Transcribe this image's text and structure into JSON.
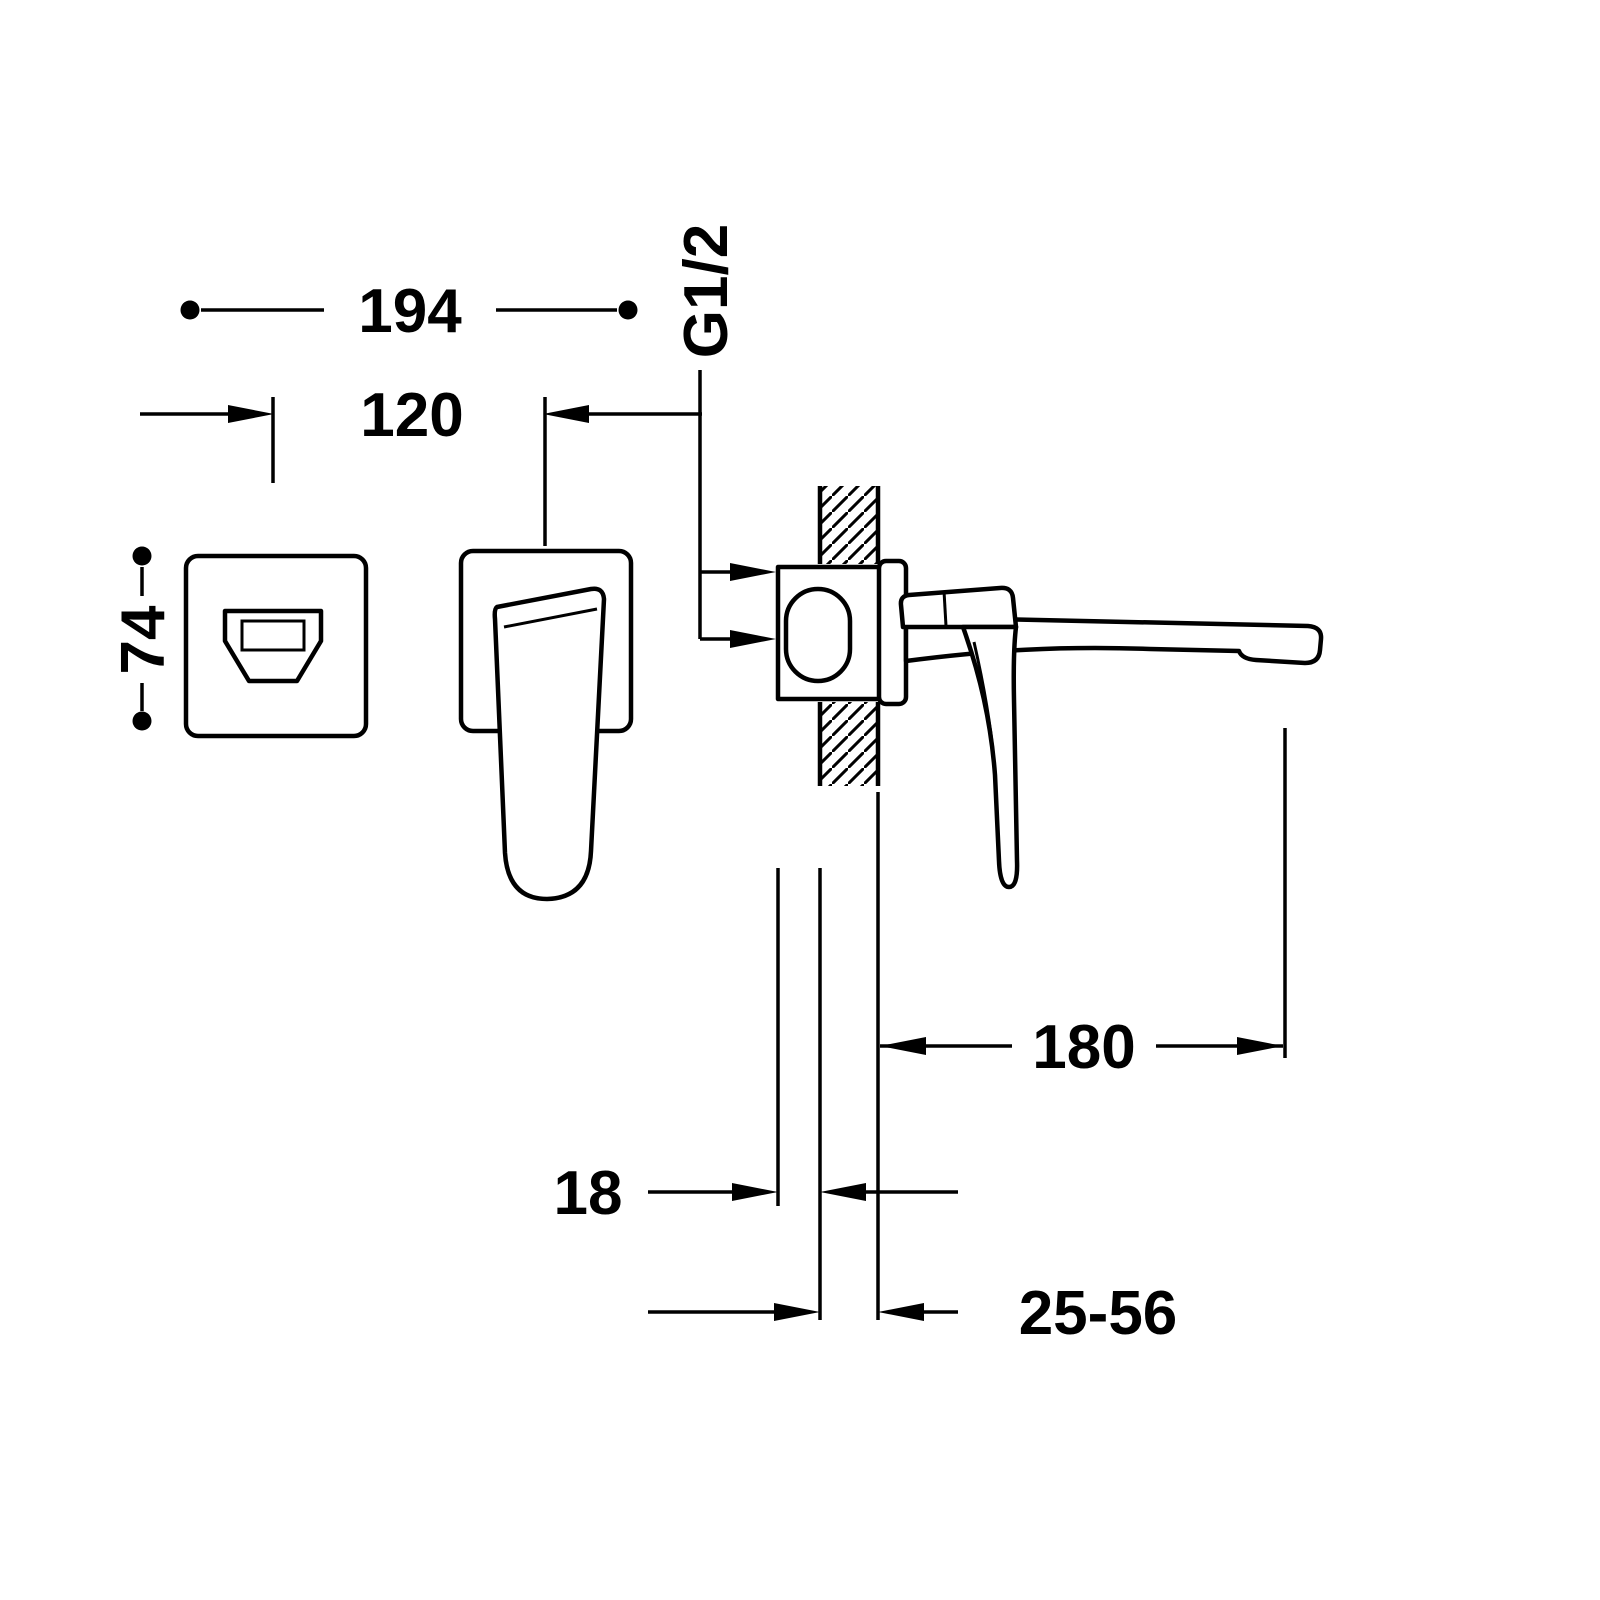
{
  "page": {
    "background": "#ffffff",
    "line_color": "#000000"
  },
  "drawing": {
    "kind": "technical-dimension-drawing",
    "subject": "wall-mounted single-lever basin mixer, front view and side section",
    "labels": {
      "overall_width": "194",
      "center_distance": "120",
      "plate_height": "74",
      "thread": "G1/2",
      "spout_projection": "180",
      "plate_offset": "18",
      "install_depth_range": "25-56"
    }
  }
}
